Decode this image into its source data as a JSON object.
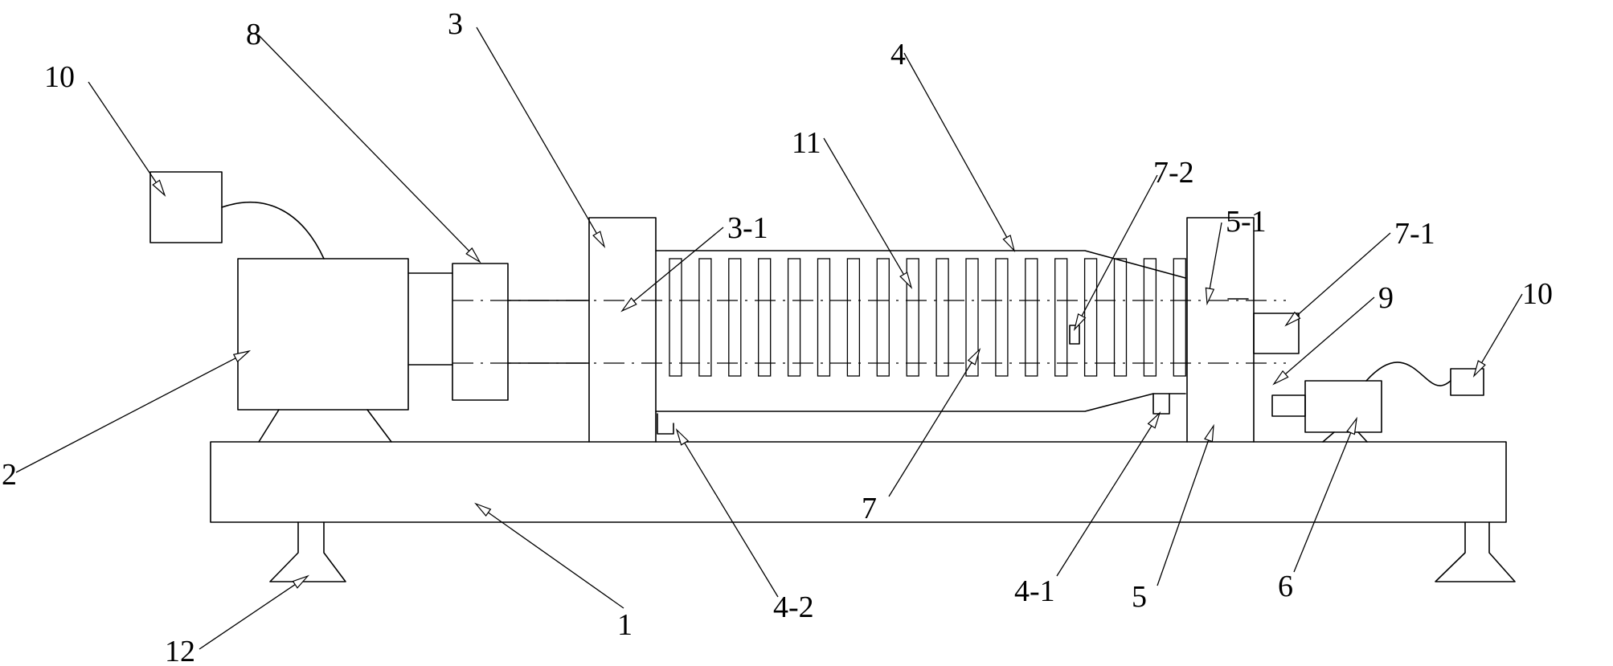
{
  "diagram": {
    "labels": {
      "base": "1",
      "motor": "2",
      "left_housing": "3",
      "left_housing_bore": "3-1",
      "barrel": "4",
      "barrel_outlet_right": "4-1",
      "barrel_outlet_left": "4-2",
      "right_housing": "5",
      "right_housing_bore": "5-1",
      "small_motor": "6",
      "screw_shaft": "7",
      "shaft_end_block": "7-1",
      "shaft_sensor": "7-2",
      "coupling": "8",
      "connector": "9",
      "controller_left": "10",
      "controller_right": "10",
      "screw_blades": "11",
      "foot": "12"
    }
  }
}
